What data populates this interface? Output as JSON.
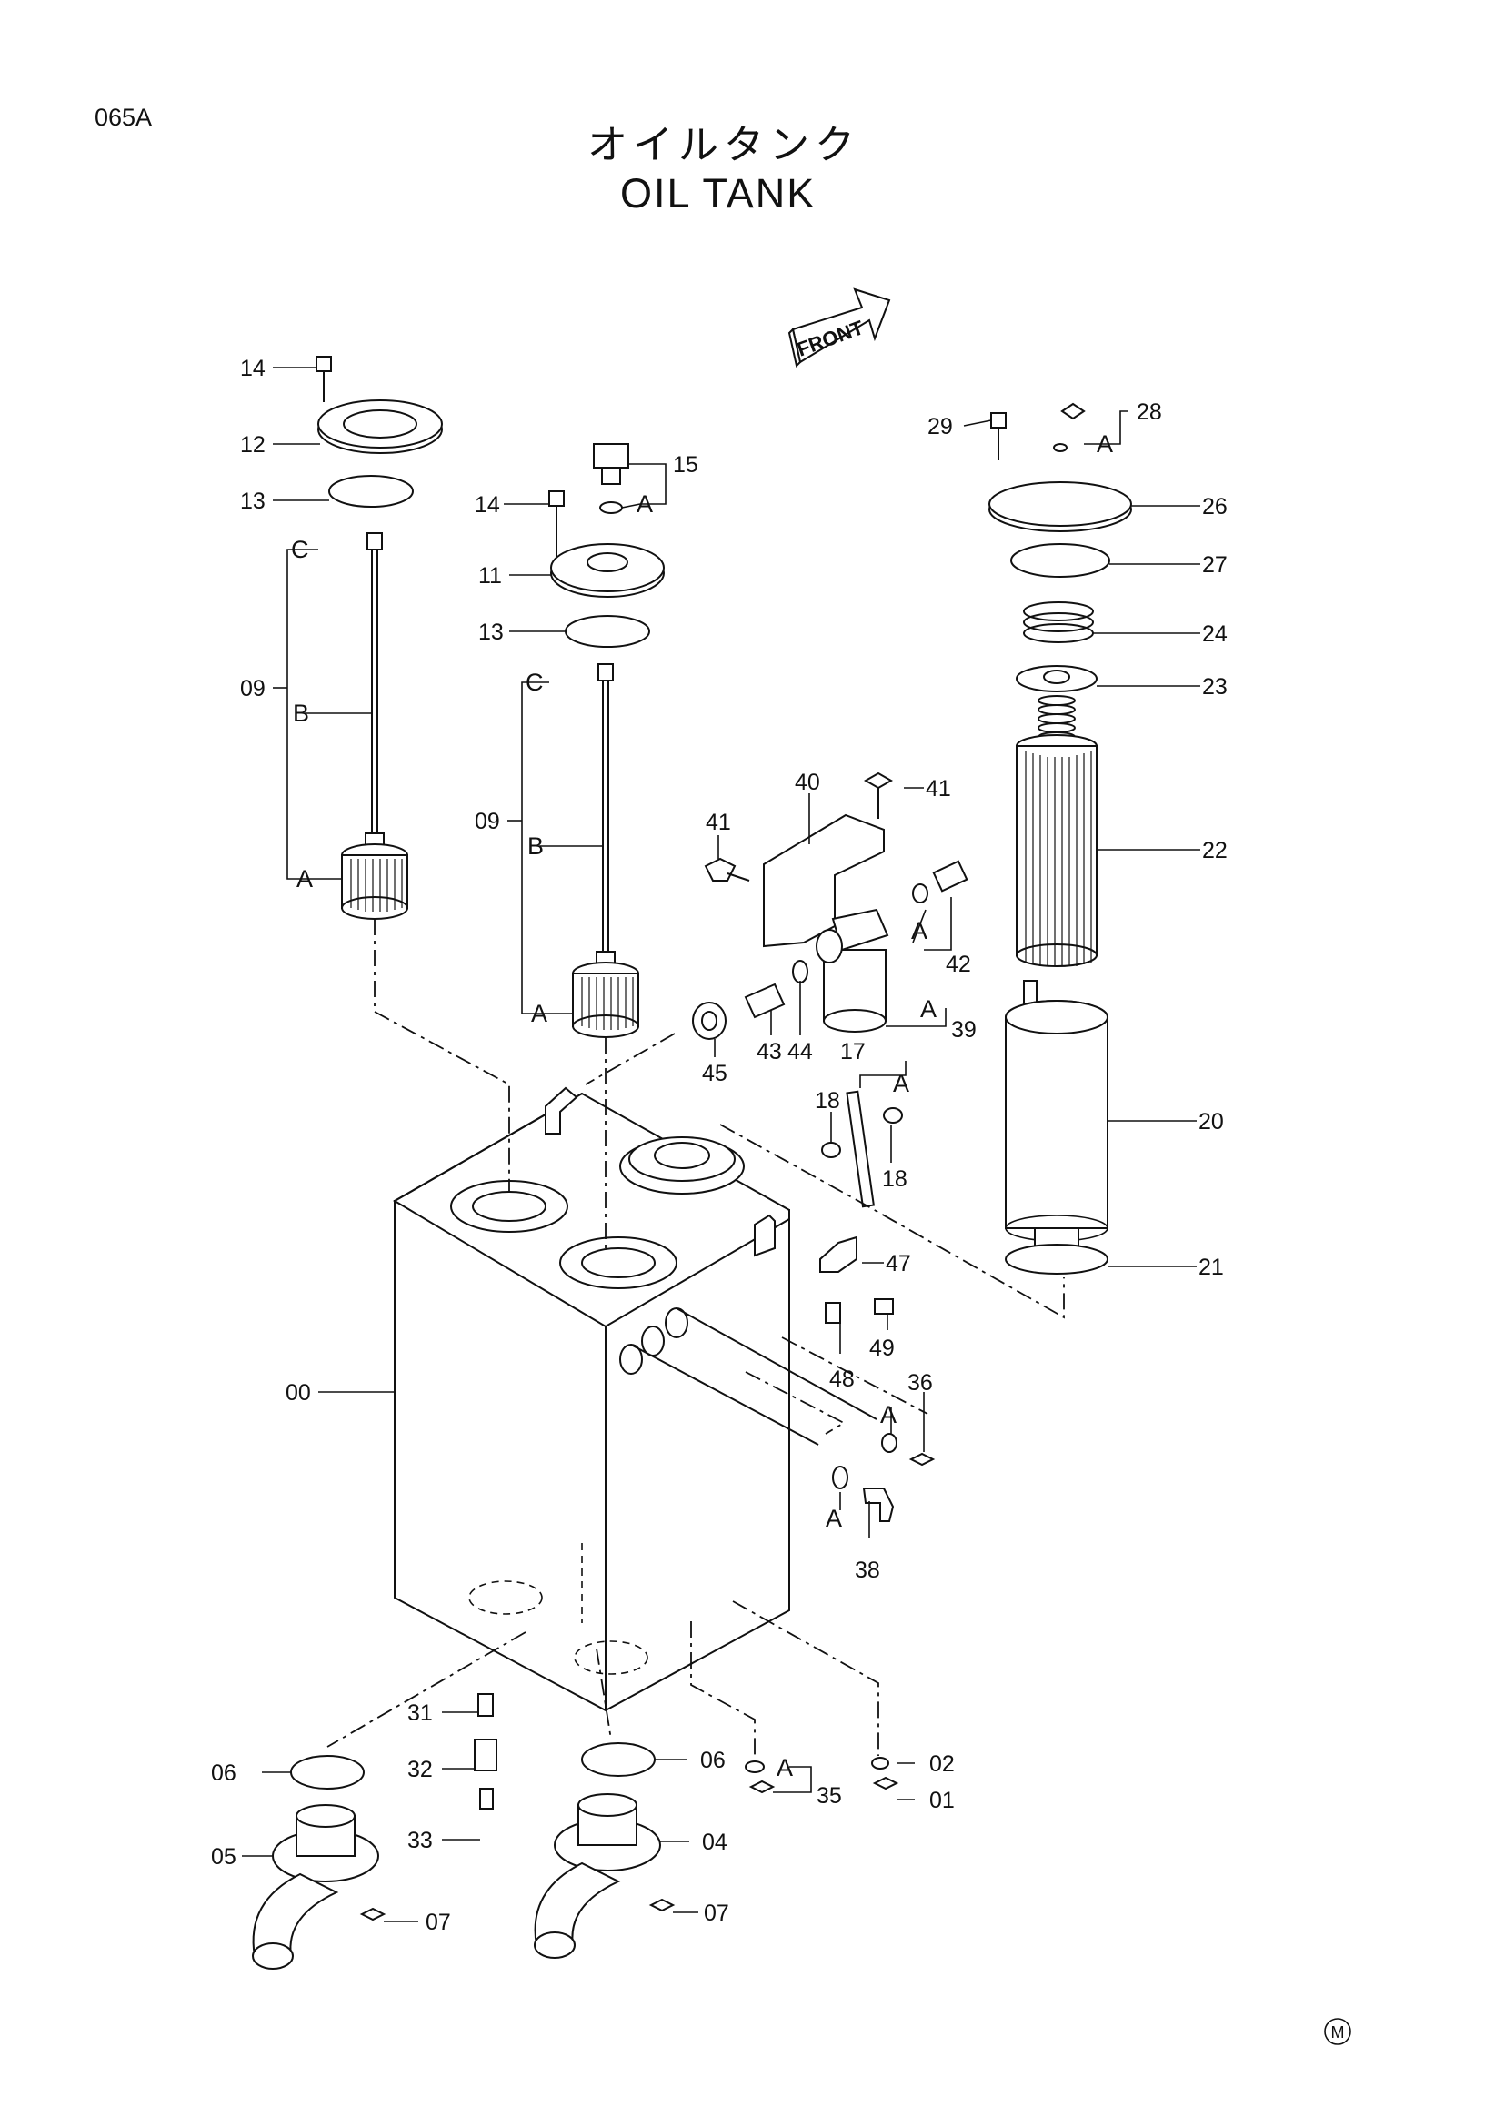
{
  "page": {
    "code": "065A",
    "title_jp": "オイルタンク",
    "title_en": "OIL TANK",
    "front_label": "FRONT",
    "mark": "M"
  },
  "callouts": {
    "n00": "00",
    "n01": "01",
    "n02": "02",
    "n04": "04",
    "n05": "05",
    "n06a": "06",
    "n06b": "06",
    "n07a": "07",
    "n07b": "07",
    "n09a": "09",
    "n09b": "09",
    "n11": "11",
    "n12": "12",
    "n13a": "13",
    "n13b": "13",
    "n14a": "14",
    "n14b": "14",
    "n15": "15",
    "n17": "17",
    "n18a": "18",
    "n18b": "18",
    "n20": "20",
    "n21": "21",
    "n22": "22",
    "n23": "23",
    "n24": "24",
    "n26": "26",
    "n27": "27",
    "n28": "28",
    "n29": "29",
    "n31": "31",
    "n32": "32",
    "n33": "33",
    "n35": "35",
    "n36": "36",
    "n38": "38",
    "n39": "39",
    "n40": "40",
    "n41a": "41",
    "n41b": "41",
    "n42": "42",
    "n43": "43",
    "n44": "44",
    "n45": "45",
    "n47": "47",
    "n48": "48",
    "n49": "49"
  },
  "subrefs": {
    "A": "A",
    "B": "B",
    "C": "C"
  }
}
